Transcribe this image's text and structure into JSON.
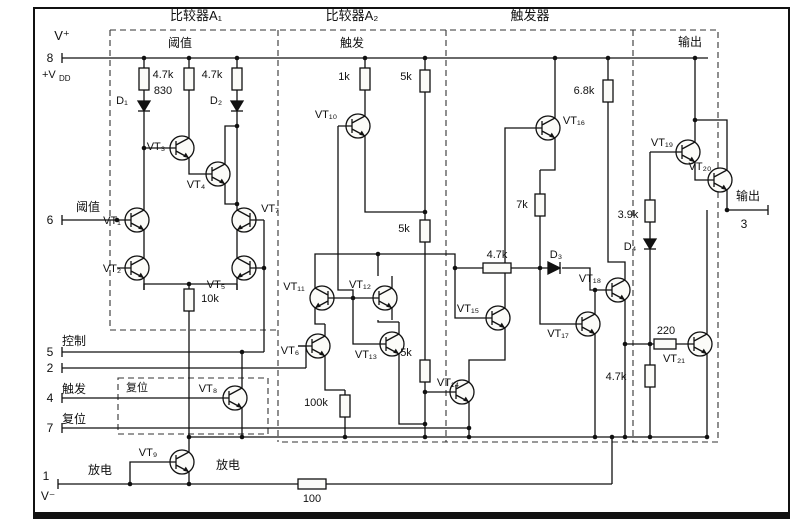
{
  "sections": {
    "comparator_a1": "比较器A₁",
    "comparator_a2": "比较器A₂",
    "flipflop": "触发器",
    "output_block": "输出",
    "a1_sub": "阈值",
    "a2_sub": "触发",
    "reset_box": "复位"
  },
  "pins": {
    "vplus": "V⁺",
    "p8": "8",
    "vdd_main": "+V",
    "vdd_sub": "DD",
    "threshold": "阈值",
    "p6": "6",
    "control": "控制",
    "p5": "5",
    "p2": "2",
    "trigger": "触发",
    "p4": "4",
    "reset": "复位",
    "p7": "7",
    "discharge_left": "放电",
    "discharge_right": "放电",
    "p1": "1",
    "vminus": "V⁻",
    "output": "输出",
    "p3": "3"
  },
  "transistors": {
    "vt1": "VT₁",
    "vt2": "VT₂",
    "vt3": "VT₃",
    "vt4": "VT₄",
    "vt5": "VT₅",
    "vt6": "VT₆",
    "vt7": "VT₇",
    "vt8": "VT₈",
    "vt9": "VT₉",
    "vt10": "VT₁₀",
    "vt11": "VT₁₁",
    "vt12": "VT₁₂",
    "vt13": "VT₁₃",
    "vt14": "VT₁₄",
    "vt15": "VT₁₅",
    "vt16": "VT₁₆",
    "vt17": "VT₁₇",
    "vt18": "VT₁₈",
    "vt19": "VT₁₉",
    "vt20": "VT₂₀",
    "vt21": "VT₂₁"
  },
  "diodes": {
    "d1": "D₁",
    "d2": "D₂",
    "d3": "D₃",
    "d4": "D₄"
  },
  "resistors": {
    "r_a1_left": "4.7k",
    "r_a1_830": "830",
    "r_a1_right": "4.7k",
    "r_10k": "10k",
    "r_1k": "1k",
    "r_5k_top": "5k",
    "r_5k_mid": "5k",
    "r_5k_low": "5k",
    "r_100k": "100k",
    "r_100": "100",
    "r_6k8": "6.8k",
    "r_7k": "7k",
    "r_4k7_h": "4.7k",
    "r_3k9": "3.9k",
    "r_220": "220",
    "r_4k7_out": "4.7k"
  }
}
